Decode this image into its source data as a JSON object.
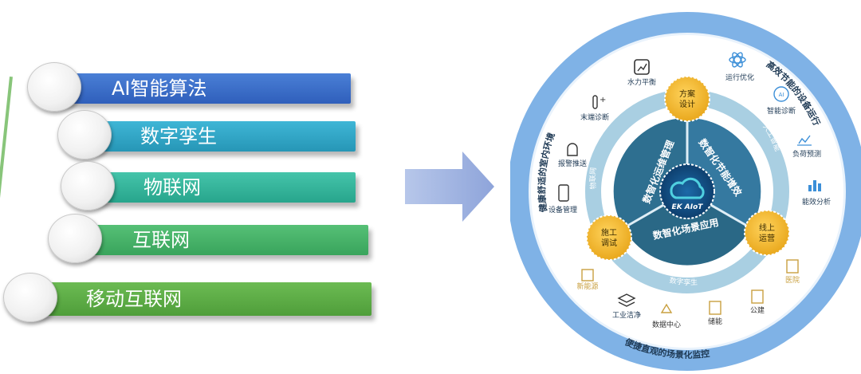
{
  "left_stack": [
    {
      "label": "AI智能算法",
      "color": "#3b6fcb"
    },
    {
      "label": "数字孪生",
      "color": "#2fa6c6"
    },
    {
      "label": "物联网",
      "color": "#35b7a0"
    },
    {
      "label": "互联网",
      "color": "#46b56a"
    },
    {
      "label": "移动互联网",
      "color": "#5fae47"
    }
  ],
  "diagram": {
    "outer_ring": {
      "left": "健康舒适的室内环境",
      "right": "高效节能的设备运行",
      "bottom": "便捷直观的场景化监控"
    },
    "outer_icons": [
      {
        "label": "水力平衡",
        "icon": "chart-icon"
      },
      {
        "label": "运行优化",
        "icon": "atom-icon"
      },
      {
        "label": "末端诊断",
        "icon": "thermometer-icon"
      },
      {
        "label": "智能诊断",
        "icon": "ai-head-icon"
      },
      {
        "label": "报警推送",
        "icon": "alarm-icon"
      },
      {
        "label": "负荷预测",
        "icon": "trend-icon"
      },
      {
        "label": "设备管理",
        "icon": "device-icon"
      },
      {
        "label": "能效分析",
        "icon": "bar-chart-icon"
      }
    ],
    "scenes": [
      {
        "label": "新能源",
        "icon": "building-icon"
      },
      {
        "label": "工业洁净",
        "icon": "layers-icon"
      },
      {
        "label": "数据中心",
        "icon": "recycle-icon"
      },
      {
        "label": "储能",
        "icon": "battery-building-icon"
      },
      {
        "label": "公建",
        "icon": "office-icon"
      },
      {
        "label": "医院",
        "icon": "hospital-icon"
      }
    ],
    "mid_ring": {
      "left": "物联网",
      "right": "人工智能",
      "bottom": "数字孪生"
    },
    "nodes": [
      {
        "label_line1": "方案",
        "label_line2": "设计"
      },
      {
        "label_line1": "施工",
        "label_line2": "调试"
      },
      {
        "label_line1": "线上",
        "label_line2": "运营"
      }
    ],
    "inner_sectors": {
      "left": "数智化运维管理",
      "right": "数智化节能增效",
      "bottom": "数智化场景应用"
    },
    "center": {
      "logo_text": "EK AIoT"
    },
    "colors": {
      "outer_ring": "#70a9e0",
      "mid_ring": "#a8cde0",
      "inner": "#2f6f8f",
      "node": "#f2b630",
      "icon_blue": "#3c8fd8",
      "icon_gold": "#c9a040"
    }
  }
}
